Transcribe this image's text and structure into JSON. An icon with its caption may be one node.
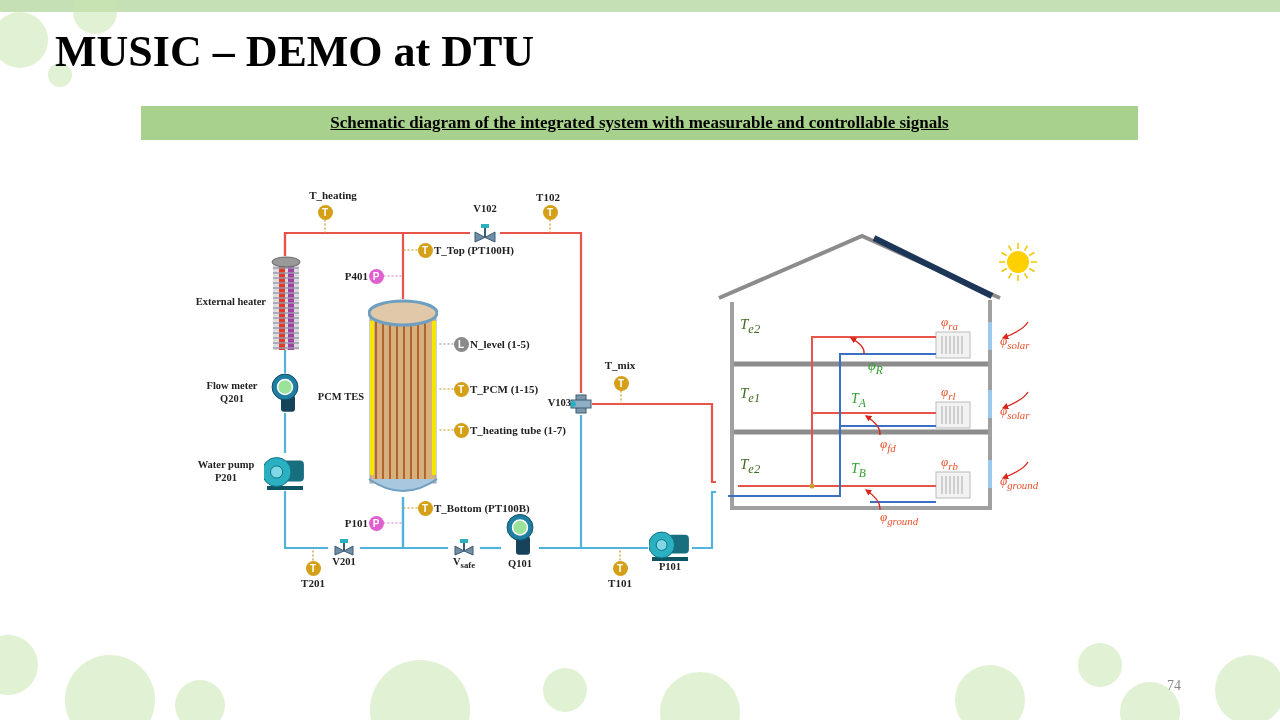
{
  "diagram": {
    "title": "MUSIC – DEMO at DTU",
    "nodes": [
      {
        "text": [
          "External heater"
        ]
      },
      {
        "text": [
          "Flow meter Q201"
        ]
      },
      {
        "text": [
          "Water pump P201"
        ]
      },
      {
        "text": [
          "PCM TES"
        ]
      },
      {
        "text": [
          "V201"
        ]
      },
      {
        "text": [
          "V$_{safe}$"
        ]
      },
      {
        "text": [
          "Q101"
        ]
      },
      {
        "text": [
          "P101"
        ]
      },
      {
        "text": [
          "V103"
        ]
      },
      {
        "text": [
          "V102"
        ]
      },
      {
        "text": [],
        "shape": "picture"
      },
      {
        "text": [
          "T"
        ],
        "beside": [
          "T_heating"
        ]
      },
      {
        "text": [
          "T"
        ],
        "beside": [
          "T102"
        ]
      },
      {
        "text": [
          "P"
        ],
        "beside": [
          "P401"
        ]
      },
      {
        "text": [
          "T"
        ],
        "beside": [
          "T_Top (PT100H)"
        ]
      },
      {
        "text": [
          "L"
        ],
        "beside": [
          "N_level (1-5)"
        ]
      },
      {
        "text": [
          "T"
        ],
        "beside": [
          "T_PCM (1-15)"
        ]
      },
      {
        "text": [
          "T"
        ],
        "beside": [
          "T_heating tube (1-7)"
        ]
      },
      {
        "text": [
          "T"
        ],
        "beside": [
          "T_mix"
        ]
      },
      {
        "text": [
          "T"
        ],
        "beside": [
          "T_Bottom (PT100B)"
        ]
      },
      {
        "text": [
          "P"
        ],
        "beside": [
          "P101"
        ]
      },
      {
        "text": [
          "T"
        ],
        "beside": [
          "T201"
        ]
      },
      {
        "text": [
          "T"
        ],
        "beside": [
          "T101"
        ]
      }
    ],
    "edges": [
      {
        "from": 0,
        "to": 9,
        "arrow": "none",
        "color": "#e8534a"
      },
      {
        "from": 0,
        "to": 3,
        "arrow": "none",
        "color": "#e8534a"
      },
      {
        "from": 9,
        "to": 8,
        "arrow": "none",
        "color": "#e8534a"
      },
      {
        "from": 8,
        "to": 10,
        "arrow": "none",
        "color": "#e8534a"
      },
      {
        "from": 0,
        "to": 1,
        "arrow": "none"
      },
      {
        "from": 1,
        "to": 2,
        "arrow": "none"
      },
      {
        "from": 2,
        "to": 4,
        "arrow": "none"
      },
      {
        "from": 4,
        "to": 3,
        "arrow": "none"
      },
      {
        "from": 3,
        "to": 5,
        "arrow": "none"
      },
      {
        "from": 5,
        "to": 6,
        "arrow": "none"
      },
      {
        "from": 6,
        "to": 7,
        "arrow": "none"
      },
      {
        "from": 8,
        "to": 7,
        "arrow": "none"
      },
      {
        "from": 7,
        "to": 10,
        "arrow": "none"
      },
      {
        "from": 11,
        "to": null,
        "arrow": "none",
        "style": "dashed",
        "color": "#c8901a"
      },
      {
        "from": 12,
        "to": null,
        "arrow": "none",
        "style": "dashed",
        "color": "#c8901a"
      },
      {
        "from": 13,
        "to": null,
        "arrow": "none",
        "style": "dashed",
        "color": "#e070d0"
      },
      {
        "from": 14,
        "to": null,
        "arrow": "none",
        "style": "dashed",
        "color": "#c8901a"
      },
      {
        "from": 15,
        "to": 3,
        "arrow": "none",
        "style": "dashed",
        "color": "#888888"
      },
      {
        "from": 16,
        "to": 3,
        "arrow": "none",
        "style": "dashed",
        "color": "#c8901a"
      },
      {
        "from": 17,
        "to": 3,
        "arrow": "none",
        "style": "dashed",
        "color": "#c8901a"
      },
      {
        "from": 18,
        "to": null,
        "arrow": "none",
        "style": "dashed",
        "color": "#c8901a"
      },
      {
        "from": 19,
        "to": null,
        "arrow": "none",
        "style": "dashed",
        "color": "#c8901a"
      },
      {
        "from": 20,
        "to": null,
        "arrow": "none",
        "style": "dashed",
        "color": "#e070d0"
      },
      {
        "from": 21,
        "to": null,
        "arrow": "none",
        "style": "dashed",
        "color": "#c8901a"
      },
      {
        "from": 22,
        "to": null,
        "arrow": "none",
        "style": "dashed",
        "color": "#c8901a"
      }
    ],
    "labels": [
      "Schematic diagram of the integrated system with measurable and controllable signals",
      "T$_{e2}$",
      "φ$_{ra}$",
      "φ$_{solar}$",
      "φ$_{R}$",
      "T$_{e1}$",
      "T$_{A}$",
      "φ$_{rl}$",
      "φ$_{solar}$",
      "φ$_{fd}$",
      "T$_{e2}$",
      "T$_{B}$",
      "φ$_{rb}$",
      "φ$_{ground}$",
      "φ$_{ground}$",
      "74"
    ]
  }
}
